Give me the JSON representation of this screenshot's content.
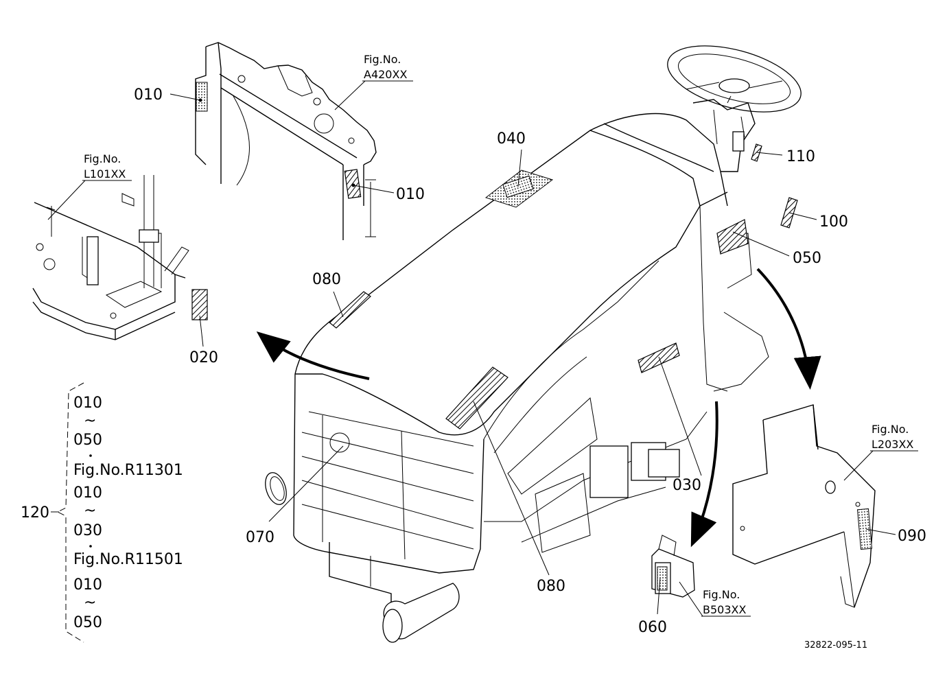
{
  "callouts": {
    "c010_top": "010",
    "c010_mid": "010",
    "c020": "020",
    "c030": "030",
    "c040": "040",
    "c050": "050",
    "c060": "060",
    "c070": "070",
    "c080_top": "080",
    "c080_bottom": "080",
    "c090": "090",
    "c100": "100",
    "c110": "110"
  },
  "figure_refs": {
    "a420": {
      "label": "Fig.No.",
      "code": "A420XX"
    },
    "l101": {
      "label": "Fig.No.",
      "code": "L101XX"
    },
    "l203": {
      "label": "Fig.No.",
      "code": "L203XX"
    },
    "b503": {
      "label": "Fig.No.",
      "code": "B503XX"
    }
  },
  "legend": {
    "set_no": "120",
    "items": [
      "010",
      "~",
      "050",
      "Fig.No.R11301",
      "010",
      "~",
      "030",
      "Fig.No.R11501",
      "010",
      "~",
      "050"
    ]
  },
  "drawing_id": "32822-095-11"
}
